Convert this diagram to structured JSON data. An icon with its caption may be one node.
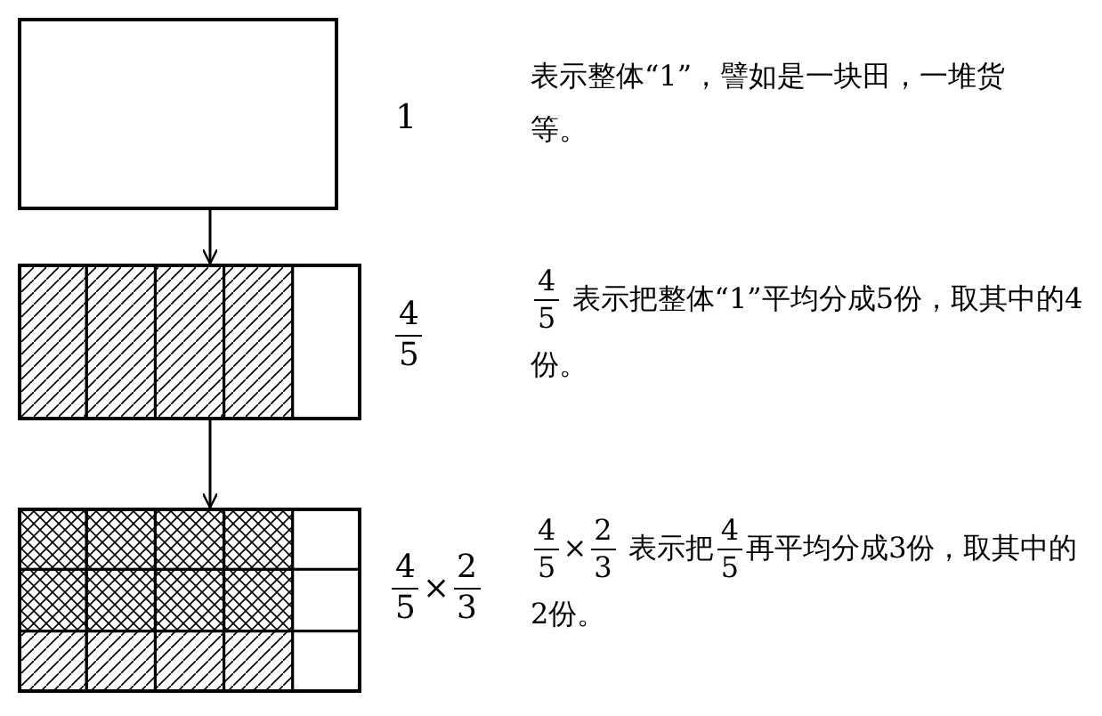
{
  "diagram": {
    "nodes": [
      {
        "text": [],
        "shape": "box"
      },
      {
        "text": [],
        "shape": "box"
      },
      {
        "text": [],
        "shape": "box"
      }
    ],
    "edges": [
      {
        "from": 0,
        "to": 1,
        "arrow": "to"
      },
      {
        "from": 1,
        "to": 2,
        "arrow": "to"
      }
    ],
    "labels": [
      "1",
      "表示整体“1”，譬如是一块田，一堆货等。",
      "4",
      "5",
      "4",
      "5",
      "表示把整体“1”平均分成5份，取其中的4份。",
      "4",
      "5",
      "×",
      "2",
      "3",
      "4",
      "5",
      "×",
      "2",
      "3",
      "表示把",
      "4",
      "5",
      "再平均分成3份，取其中的2份。"
    ]
  }
}
